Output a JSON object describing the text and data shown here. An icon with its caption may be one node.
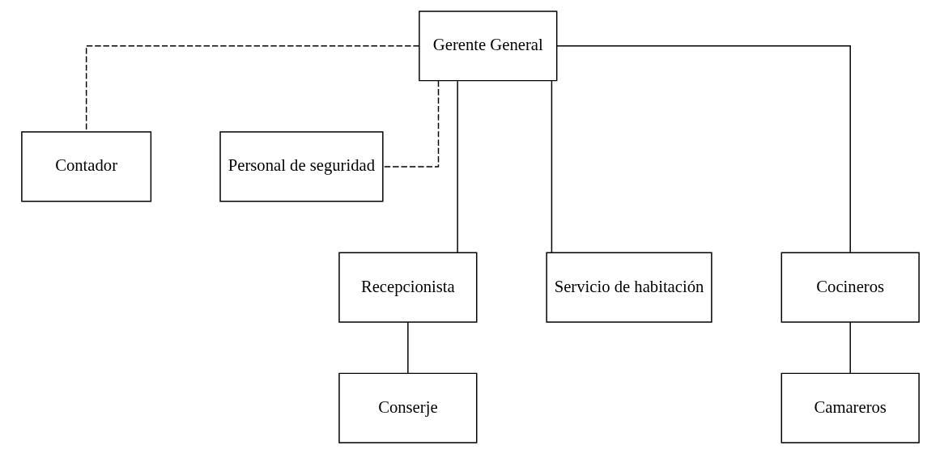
{
  "diagram": {
    "nodes": [
      {
        "text": [
          "Gerente General"
        ]
      },
      {
        "text": [
          "Contador"
        ]
      },
      {
        "text": [
          "Personal de seguridad"
        ]
      },
      {
        "text": [
          "Recepcionista"
        ]
      },
      {
        "text": [
          "Servicio de habitación"
        ]
      },
      {
        "text": [
          "Cocineros"
        ]
      },
      {
        "text": [
          "Conserje"
        ]
      },
      {
        "text": [
          "Camareros"
        ]
      }
    ],
    "edges": [
      {
        "from": 0,
        "to": 1,
        "arrow": "none",
        "style": "dashed"
      },
      {
        "from": 0,
        "to": 2,
        "arrow": "none",
        "style": "dashed"
      },
      {
        "from": 0,
        "to": 3,
        "arrow": "none"
      },
      {
        "from": 0,
        "to": 4,
        "arrow": "none"
      },
      {
        "from": 0,
        "to": 5,
        "arrow": "none"
      },
      {
        "from": 3,
        "to": 6,
        "arrow": "none"
      },
      {
        "from": 5,
        "to": 7,
        "arrow": "none"
      }
    ]
  }
}
